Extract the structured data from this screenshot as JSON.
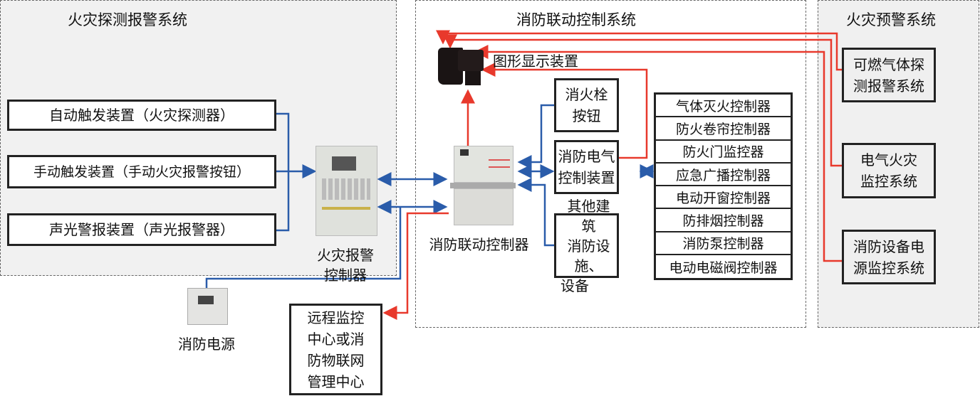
{
  "regions": {
    "detection": {
      "title": "火灾探测报警系统"
    },
    "linkage": {
      "title": "消防联动控制系统"
    },
    "warning": {
      "title": "火灾预警系统"
    }
  },
  "detection_inputs": [
    "自动触发装置（火灾探测器）",
    "手动触发装置（手动火灾报警按钮）",
    "声光警报装置（声光报警器）"
  ],
  "fire_alarm_controller": {
    "label_line1": "火灾报警",
    "label_line2": "控制器"
  },
  "linkage_controller": {
    "label": "消防联动控制器"
  },
  "graphic_display": {
    "label": "图形显示装置"
  },
  "hydrant_button": {
    "line1": "消火栓",
    "line2": "按钮"
  },
  "electrical_control": {
    "line1": "消防电气",
    "line2": "控制装置"
  },
  "other_facilities": {
    "line1": "其他建筑",
    "line2": "消防设施、",
    "line3": "设备"
  },
  "controllers": [
    "气体灭火控制器",
    "防火卷帘控制器",
    "防火门监控器",
    "应急广播控制器",
    "电动开窗控制器",
    "防排烟控制器",
    "消防泵控制器",
    "电动电磁阀控制器"
  ],
  "warning_systems": [
    {
      "line1": "可燃气体探",
      "line2": "测报警系统"
    },
    {
      "line1": "电气火灾",
      "line2": "监控系统"
    },
    {
      "line1": "消防设备电",
      "line2": "源监控系统"
    }
  ],
  "power_supply": {
    "label": "消防电源"
  },
  "remote_center": {
    "line1": "远程监控",
    "line2": "中心或消",
    "line3": "防物联网",
    "line4": "管理中心"
  },
  "colors": {
    "blue_line": "#2a5caa",
    "red_line": "#e8392c",
    "region_gray": "#f0f0f0"
  }
}
